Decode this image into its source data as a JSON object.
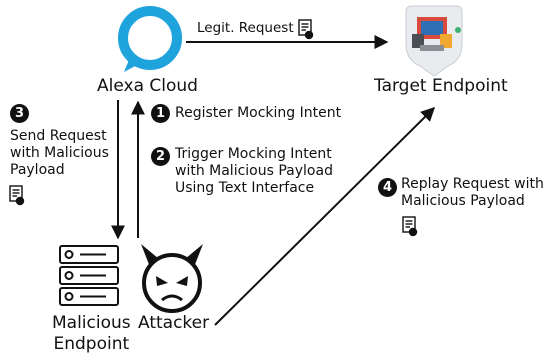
{
  "nodes": {
    "alexa_cloud": "Alexa Cloud",
    "target_endpoint": "Target Endpoint",
    "malicious_endpoint": "Malicious\nEndpoint",
    "attacker": "Attacker"
  },
  "steps": {
    "legit_request": "Legit. Request",
    "step1": {
      "num": "1",
      "text": "Register Mocking Intent"
    },
    "step2": {
      "num": "2",
      "text": "Trigger Mocking Intent\nwith Malicious Payload\nUsing Text Interface"
    },
    "step3": {
      "num": "3",
      "text": "Send Request\nwith Malicious\nPayload"
    },
    "step4": {
      "num": "4",
      "text": "Replay Request with\nMalicious Payload"
    }
  },
  "colors": {
    "alexa_blue": "#1fa3dc",
    "target_gray": "#e9ecef",
    "ink": "#111111"
  },
  "icons": [
    "alexa-ring-icon",
    "target-device-icon",
    "server-icon",
    "devil-face-icon",
    "certificate-icon"
  ]
}
